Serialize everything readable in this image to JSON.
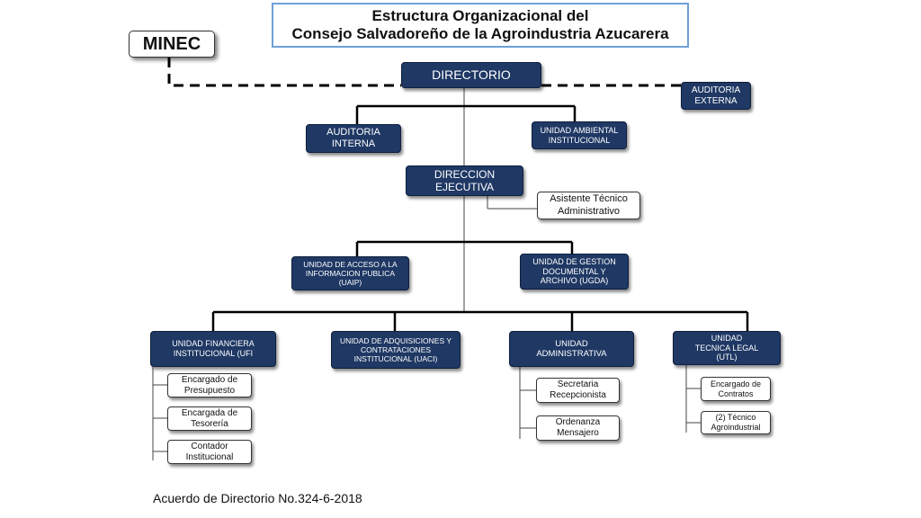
{
  "title": {
    "line1": "Estructura Organizacional del",
    "line2": "Consejo Salvadoreño de la Agroindustria Azucarera"
  },
  "minec": "MINEC",
  "nodes": {
    "directorio": [
      "DIRECTORIO"
    ],
    "auditoria_externa": [
      "AUDITORIA",
      "EXTERNA"
    ],
    "auditoria_interna": [
      "AUDITORIA",
      "INTERNA"
    ],
    "unidad_ambiental": [
      "UNIDAD AMBIENTAL",
      "INSTITUCIONAL"
    ],
    "direccion_ejecutiva": [
      "DIRECCION",
      "EJECUTIVA"
    ],
    "asistente_tecnico": [
      "Asistente Técnico",
      "Administrativo"
    ],
    "uaip": [
      "UNIDAD DE ACCESO A LA",
      "INFORMACION PUBLICA",
      "(UAIP)"
    ],
    "ugda": [
      "UNIDAD DE GESTION",
      "DOCUMENTAL Y",
      "ARCHIVO (UGDA)"
    ],
    "ufi": [
      "UNIDAD FINANCIERA",
      "INSTITUCIONAL (UFI"
    ],
    "uaci": [
      "UNIDAD DE ADQUISICIONES Y",
      "CONTRATACIONES",
      "INSTITUCIONAL (UACI)"
    ],
    "administrativa": [
      "UNIDAD",
      "ADMINISTRATIVA"
    ],
    "utl": [
      "UNIDAD",
      "TECNICA LEGAL",
      "(UTL)"
    ],
    "presupuesto": [
      "Encargado de",
      "Presupuesto"
    ],
    "tesoreria": [
      "Encargada de",
      "Tesorería"
    ],
    "contador": [
      "Contador",
      "Institucional"
    ],
    "secretaria": [
      "Secretaria",
      "Recepcionista"
    ],
    "ordenanza": [
      "Ordenanza",
      "Mensajero"
    ],
    "contratos": [
      "Encargado de",
      "Contratos"
    ],
    "tecnico_agro": [
      "(2) Técnico",
      "Agroindustrial"
    ]
  },
  "footer": "Acuerdo de Directorio No.324-6-2018",
  "colors": {
    "node_fill": "#1f3864",
    "title_border": "#6fa0d6"
  }
}
